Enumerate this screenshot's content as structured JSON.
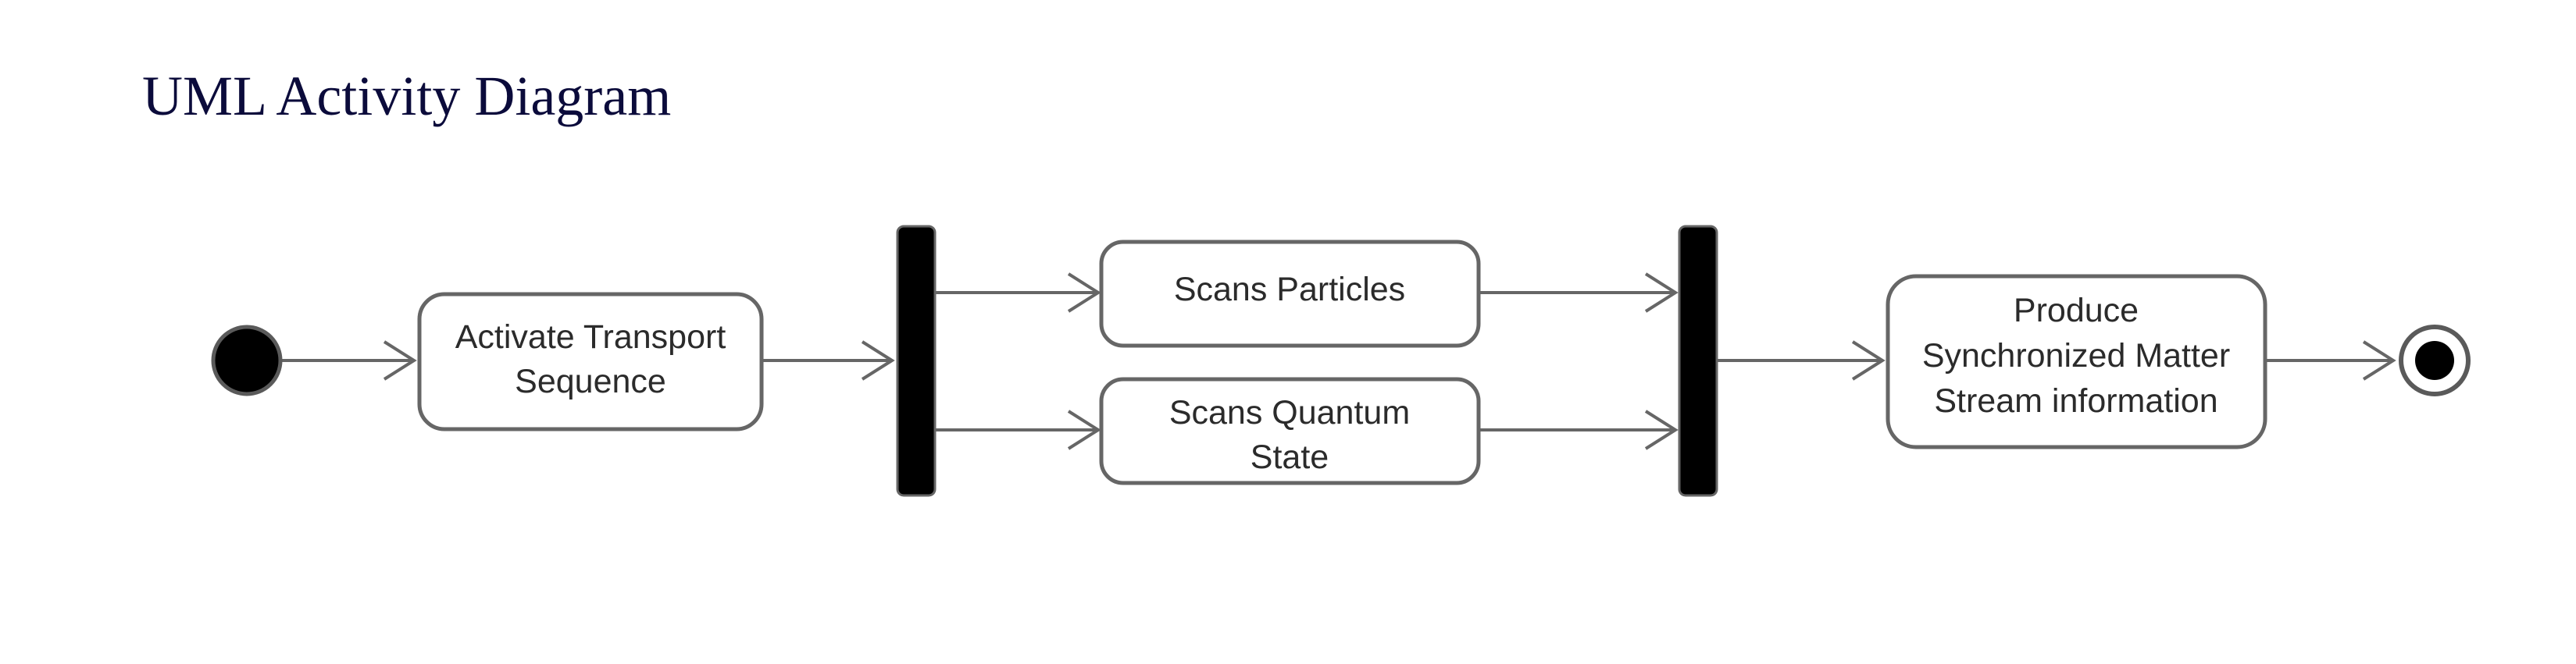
{
  "title": "UML Activity Diagram",
  "nodes": {
    "activate_transport": {
      "lines": [
        "Activate Transport",
        "Sequence"
      ]
    },
    "scans_particles": {
      "lines": [
        "Scans Particles"
      ]
    },
    "scans_quantum": {
      "lines": [
        "Scans Quantum",
        "State"
      ]
    },
    "produce": {
      "lines": [
        "Produce",
        "Synchronized Matter",
        "Stream information"
      ]
    }
  },
  "colors": {
    "stroke": "#666666",
    "fill": "#ffffff",
    "bar": "#000000",
    "title": "#0b0b3b",
    "text": "#2b2b2b"
  }
}
